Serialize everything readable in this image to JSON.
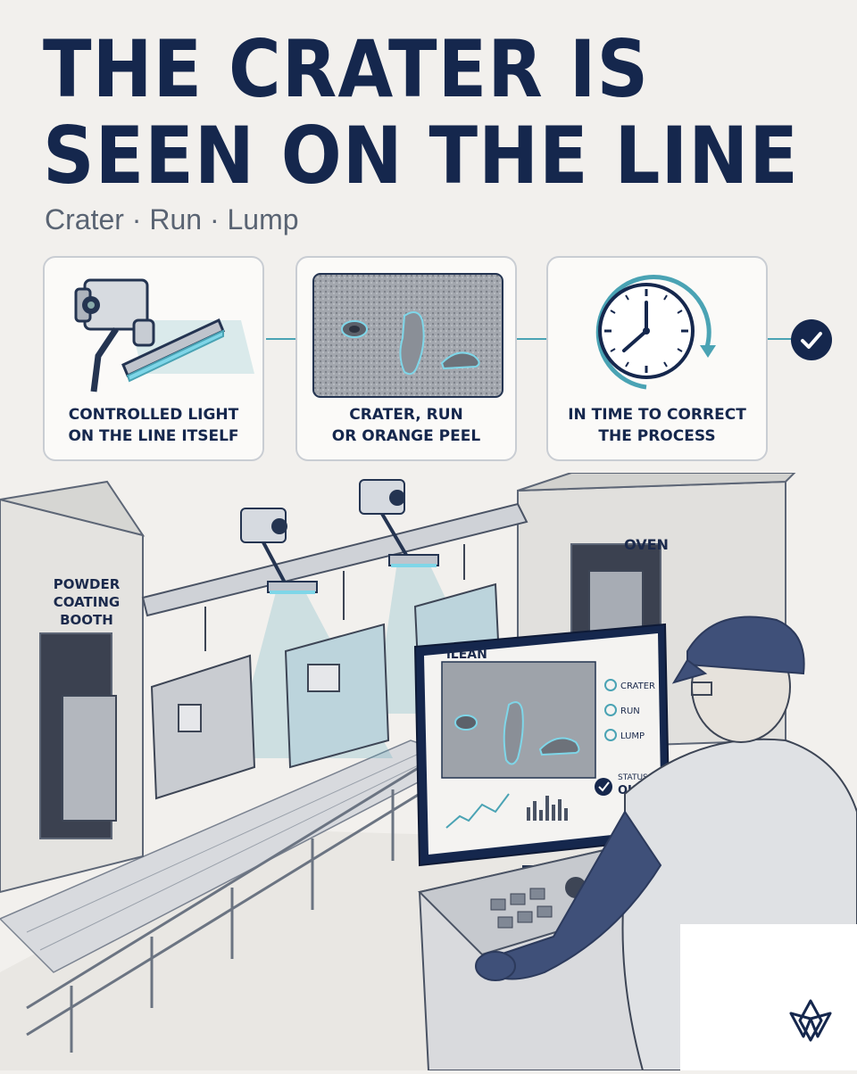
{
  "title_line1": "THE CRATER IS",
  "title_line2": "SEEN ON THE LINE",
  "subtitle": "Crater · Run · Lump",
  "panels": [
    {
      "caption_line1": "CONTROLLED LIGHT",
      "caption_line2": "ON THE LINE ITSELF",
      "icon": "camera-light-icon"
    },
    {
      "caption_line1": "CRATER, RUN",
      "caption_line2": "OR ORANGE PEEL",
      "icon": "defect-surface-icon"
    },
    {
      "caption_line1": "IN TIME TO CORRECT",
      "caption_line2": "THE PROCESS",
      "icon": "clock-icon"
    }
  ],
  "scene": {
    "booth_label_1": "POWDER",
    "booth_label_2": "COATING",
    "booth_label_3": "BOOTH",
    "oven_label": "OVEN",
    "monitor": {
      "app_name": "iLEAN",
      "legend": [
        "CRATER",
        "RUN",
        "LUMP"
      ],
      "status_label": "STATUS",
      "status_value": "OK"
    }
  },
  "colors": {
    "navy": "#15274d",
    "teal": "#4aa3b4",
    "background": "#f2f0ed"
  }
}
